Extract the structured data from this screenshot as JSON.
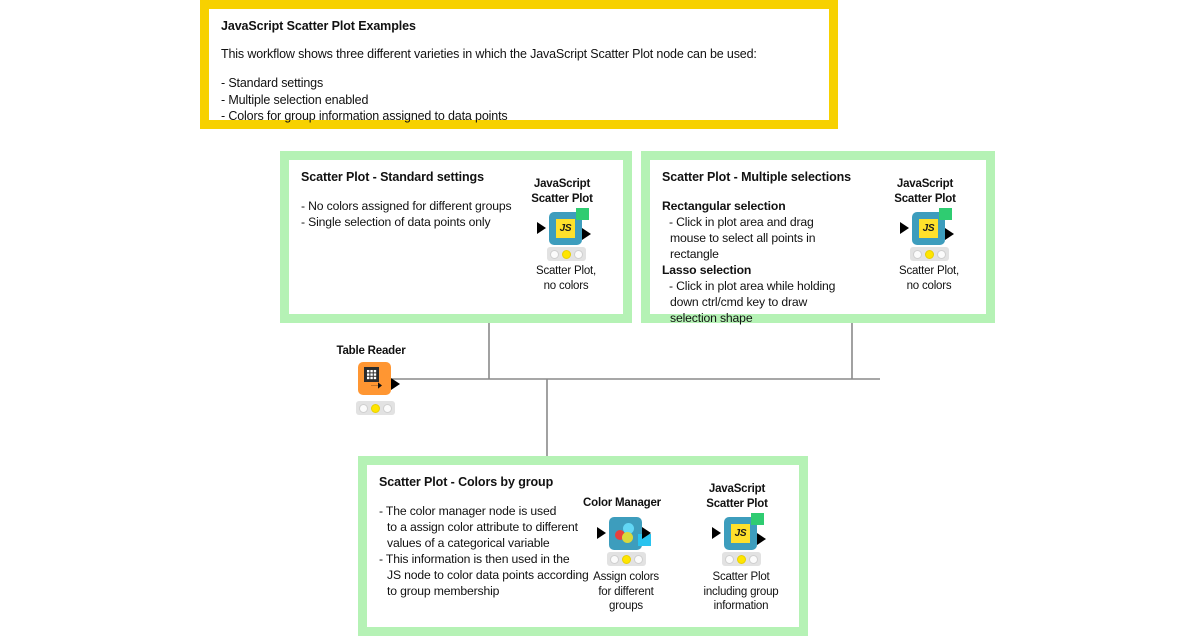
{
  "workflow": {
    "title_box": {
      "title": "JavaScript Scatter Plot Examples",
      "paragraph": "This workflow shows three different varieties in which the JavaScript Scatter Plot node can be used:",
      "items": [
        "- Standard settings",
        "- Multiple selection enabled",
        "- Colors for group information assigned to data points"
      ],
      "border_color": "#f7d100"
    },
    "groups": [
      {
        "id": "standard",
        "title": "Scatter Plot - Standard settings",
        "border_color": "#b5f2b5",
        "lines": [
          "- No colors assigned for different groups",
          "- Single selection of data points only"
        ]
      },
      {
        "id": "multiple",
        "title": "Scatter Plot - Multiple selections",
        "border_color": "#b5f2b5",
        "lines": [
          "Rectangular selection",
          "- Click in plot area and drag",
          "mouse to select all points in",
          "rectangle",
          "Lasso selection",
          "- Click in plot area while holding",
          "down ctrl/cmd key to draw",
          "selection shape"
        ]
      },
      {
        "id": "colors",
        "title": "Scatter Plot - Colors by group",
        "border_color": "#b5f2b5",
        "lines": [
          "- The color manager node is used",
          "to a assign color attribute to different",
          "values of a categorical variable",
          "- This information is then used in the",
          "JS node to color data points according",
          "to group membership"
        ]
      }
    ],
    "nodes": [
      {
        "id": "table-reader",
        "title": "Table Reader",
        "subtitle": "",
        "icon": "table-reader-icon",
        "body_color": "#ff9632",
        "status": [
          "idle",
          "configured",
          "idle"
        ]
      },
      {
        "id": "js-scatter-standard",
        "title": "JavaScript\nScatter Plot",
        "subtitle": "Scatter Plot,\nno colors",
        "icon": "javascript-node-icon",
        "badge_label": "JS",
        "body_color": "#3d9dbd",
        "status": [
          "idle",
          "configured",
          "idle"
        ]
      },
      {
        "id": "js-scatter-multiple",
        "title": "JavaScript\nScatter Plot",
        "subtitle": "Scatter Plot,\nno colors",
        "icon": "javascript-node-icon",
        "badge_label": "JS",
        "body_color": "#3d9dbd",
        "status": [
          "idle",
          "configured",
          "idle"
        ]
      },
      {
        "id": "color-manager",
        "title": "Color Manager",
        "subtitle": "Assign colors\nfor different\ngroups",
        "icon": "color-manager-icon",
        "body_color": "#3d9dbd",
        "status": [
          "idle",
          "configured",
          "idle"
        ]
      },
      {
        "id": "js-scatter-colors",
        "title": "JavaScript\nScatter Plot",
        "subtitle": "Scatter Plot\nincluding group\ninformation",
        "icon": "javascript-node-icon",
        "badge_label": "JS",
        "body_color": "#3d9dbd",
        "status": [
          "idle",
          "configured",
          "idle"
        ]
      }
    ],
    "wire_color": "#8a8a8a"
  }
}
